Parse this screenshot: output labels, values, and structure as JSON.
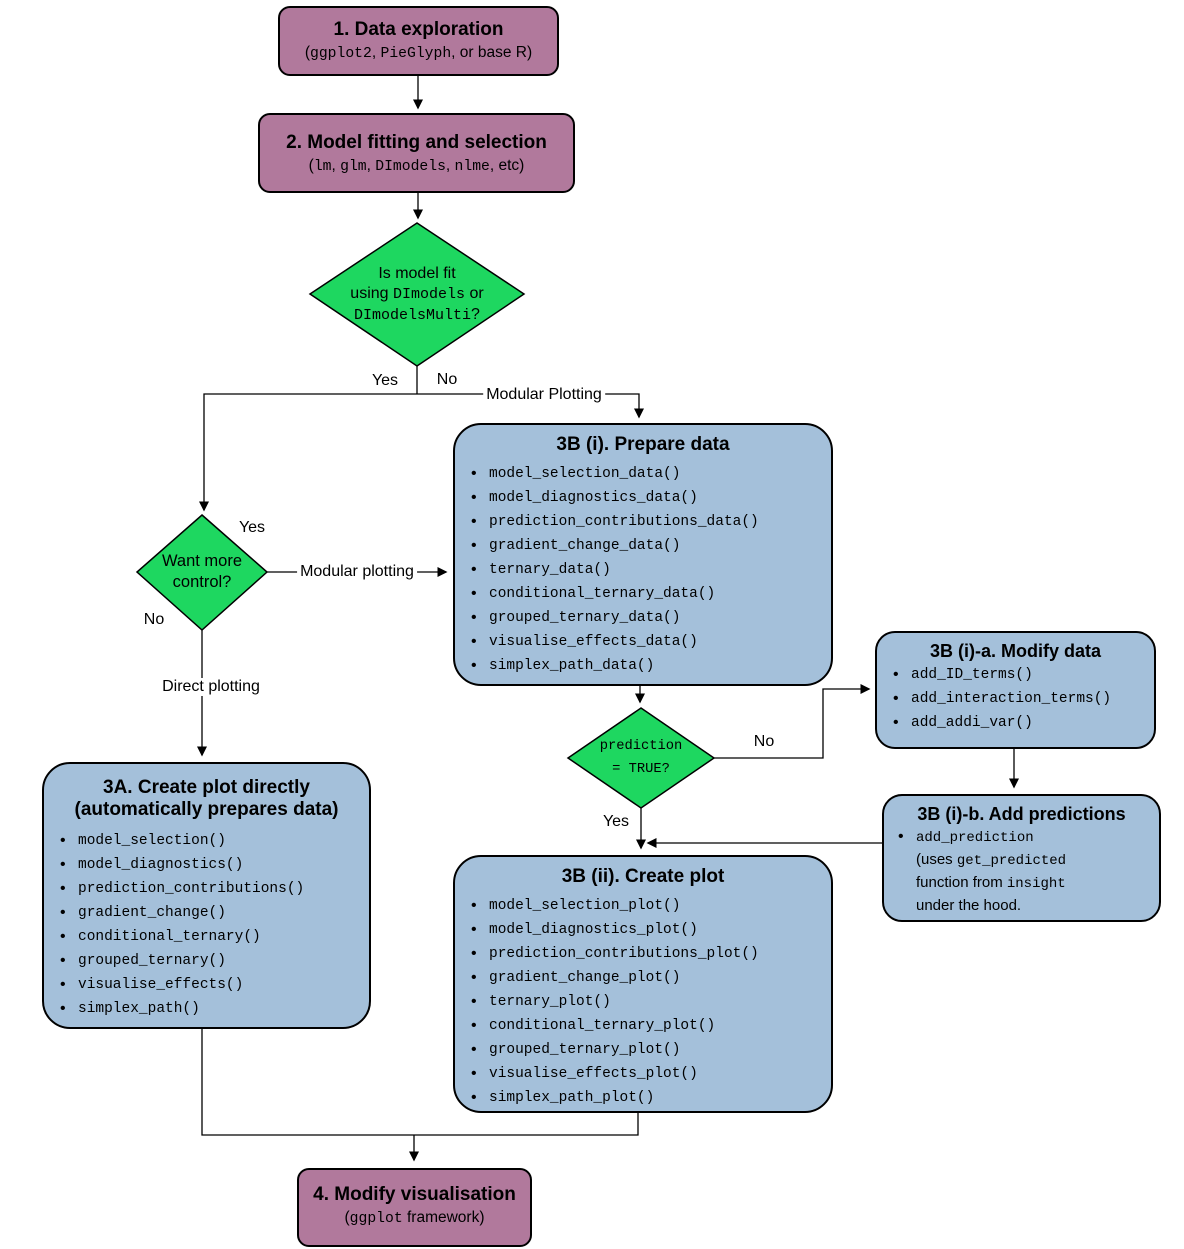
{
  "colors": {
    "step_fill": "#b1799c",
    "process_fill": "#a4c0da",
    "decision_fill": "#1ed760",
    "stroke": "#000000",
    "background": "#ffffff"
  },
  "step1": {
    "title": "1. Data exploration",
    "subtitle": [
      {
        "t": "("
      },
      {
        "t": "ggplot2",
        "c": true
      },
      {
        "t": ", "
      },
      {
        "t": "PieGlyph",
        "c": true
      },
      {
        "t": ", or base R)"
      }
    ]
  },
  "step2": {
    "title": "2. Model fitting and selection",
    "subtitle": [
      {
        "t": "("
      },
      {
        "t": "lm",
        "c": true
      },
      {
        "t": ", "
      },
      {
        "t": "glm",
        "c": true
      },
      {
        "t": ", "
      },
      {
        "t": "DImodels",
        "c": true
      },
      {
        "t": ", "
      },
      {
        "t": "nlme",
        "c": true
      },
      {
        "t": ", etc)"
      }
    ]
  },
  "decision1": {
    "text": [
      {
        "t": "Is model fit"
      },
      {
        "br": true
      },
      {
        "t": "using "
      },
      {
        "t": "DImodels",
        "c": true
      },
      {
        "t": " or"
      },
      {
        "br": true
      },
      {
        "t": "DImodelsMulti",
        "c": true
      },
      {
        "t": "?"
      }
    ]
  },
  "decision2": {
    "text": [
      {
        "t": "Want more"
      },
      {
        "br": true
      },
      {
        "t": "control?"
      }
    ]
  },
  "decision3": {
    "text": [
      {
        "t": "prediction",
        "c": true
      },
      {
        "br": true
      },
      {
        "t": "= TRUE?",
        "c": true
      }
    ]
  },
  "box3bi": {
    "title": "3B (i). Prepare data",
    "items": [
      "model_selection_data()",
      "model_diagnostics_data()",
      "prediction_contributions_data()",
      "gradient_change_data()",
      "ternary_data()",
      "conditional_ternary_data()",
      "grouped_ternary_data()",
      "visualise_effects_data()",
      "simplex_path_data()"
    ]
  },
  "box3bia": {
    "title": "3B (i)-a. Modify data",
    "items": [
      "add_ID_terms()",
      "add_interaction_terms()",
      "add_addi_var()"
    ]
  },
  "box3bib": {
    "title": "3B (i)-b. Add predictions",
    "item": [
      {
        "t": "add_prediction",
        "c": true
      },
      {
        "br": true
      },
      {
        "t": "(uses "
      },
      {
        "t": "get_predicted",
        "c": true
      },
      {
        "br": true
      },
      {
        "t": "function from "
      },
      {
        "t": "insight",
        "c": true
      },
      {
        "br": true
      },
      {
        "t": "under the hood."
      }
    ]
  },
  "box3a": {
    "title_line1": "3A. Create plot directly",
    "title_line2": "(automatically prepares data)",
    "items": [
      "model_selection()",
      "model_diagnostics()",
      "prediction_contributions()",
      "gradient_change()",
      "conditional_ternary()",
      "grouped_ternary()",
      "visualise_effects()",
      "simplex_path()"
    ]
  },
  "box3bii": {
    "title": "3B (ii). Create plot",
    "items": [
      "model_selection_plot()",
      "model_diagnostics_plot()",
      "prediction_contributions_plot()",
      "gradient_change_plot()",
      "ternary_plot()",
      "conditional_ternary_plot()",
      "grouped_ternary_plot()",
      "visualise_effects_plot()",
      "simplex_path_plot()"
    ]
  },
  "step4": {
    "title": "4. Modify visualisation",
    "subtitle": [
      {
        "t": "("
      },
      {
        "t": "ggplot",
        "c": true
      },
      {
        "t": " framework)"
      }
    ]
  },
  "labels": {
    "decision1_yes": "Yes",
    "decision1_no": "No",
    "modular_plotting_top": "Modular Plotting",
    "decision2_yes": "Yes",
    "decision2_no": "No",
    "modular_plotting_mid": "Modular plotting",
    "direct_plotting": "Direct plotting",
    "decision3_no": "No",
    "decision3_yes": "Yes"
  }
}
